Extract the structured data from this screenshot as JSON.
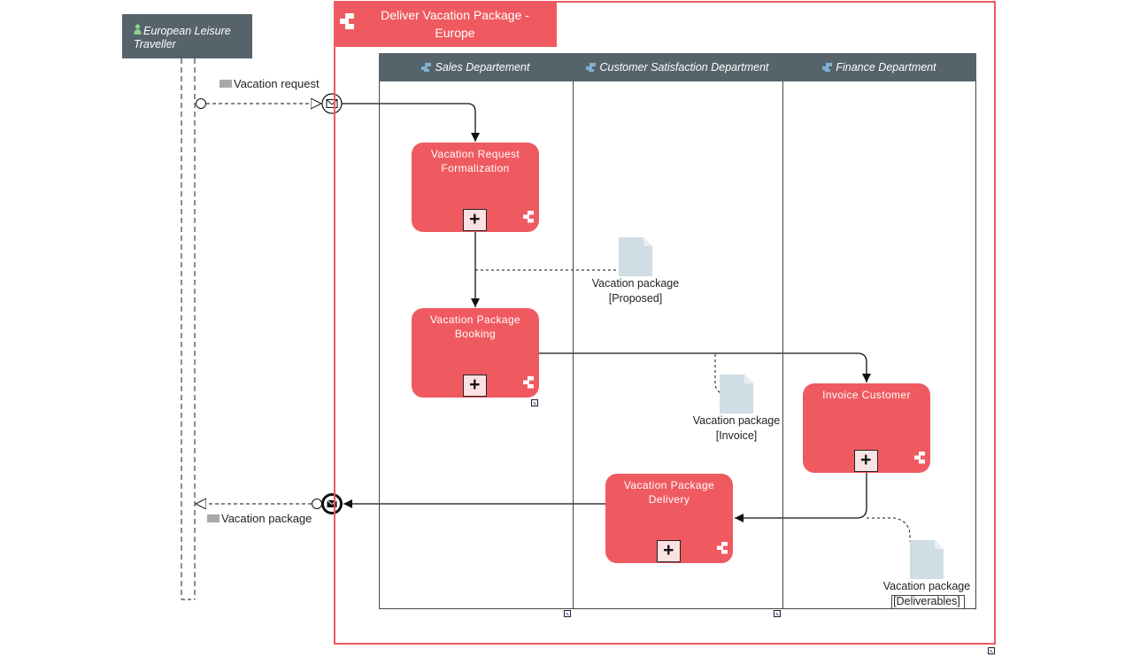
{
  "participant": {
    "name": "European Leisure Traveller"
  },
  "process": {
    "title": "Deliver Vacation Package - Europe"
  },
  "lanes": [
    {
      "name": "Sales Departement"
    },
    {
      "name": "Customer Satisfaction Department"
    },
    {
      "name": "Finance Department"
    }
  ],
  "tasks": [
    {
      "name": "Vacation Request Formalization"
    },
    {
      "name": "Vacation Package Booking"
    },
    {
      "name": "Invoice Customer"
    },
    {
      "name": "Vacation Package Delivery"
    }
  ],
  "data_objects": [
    {
      "name": "Vacation package",
      "state": "[Proposed]"
    },
    {
      "name": "Vacation package",
      "state": "[Invoice]"
    },
    {
      "name": "Vacation package",
      "state": "[Deliverables]"
    }
  ],
  "messages": [
    {
      "label": "Vacation request"
    },
    {
      "label": "Vacation package"
    }
  ],
  "colors": {
    "task": "#ef5a60",
    "header": "#56636a",
    "document": "#cfdde5",
    "process_border": "#ef5a60"
  },
  "icons": {
    "task_type": "subprocess-icon",
    "collapsed": "plus-icon",
    "start_event": "message-start-event-icon",
    "end_event": "message-end-event-icon",
    "participant": "person-icon",
    "lane": "lane-icon",
    "document": "document-icon"
  }
}
